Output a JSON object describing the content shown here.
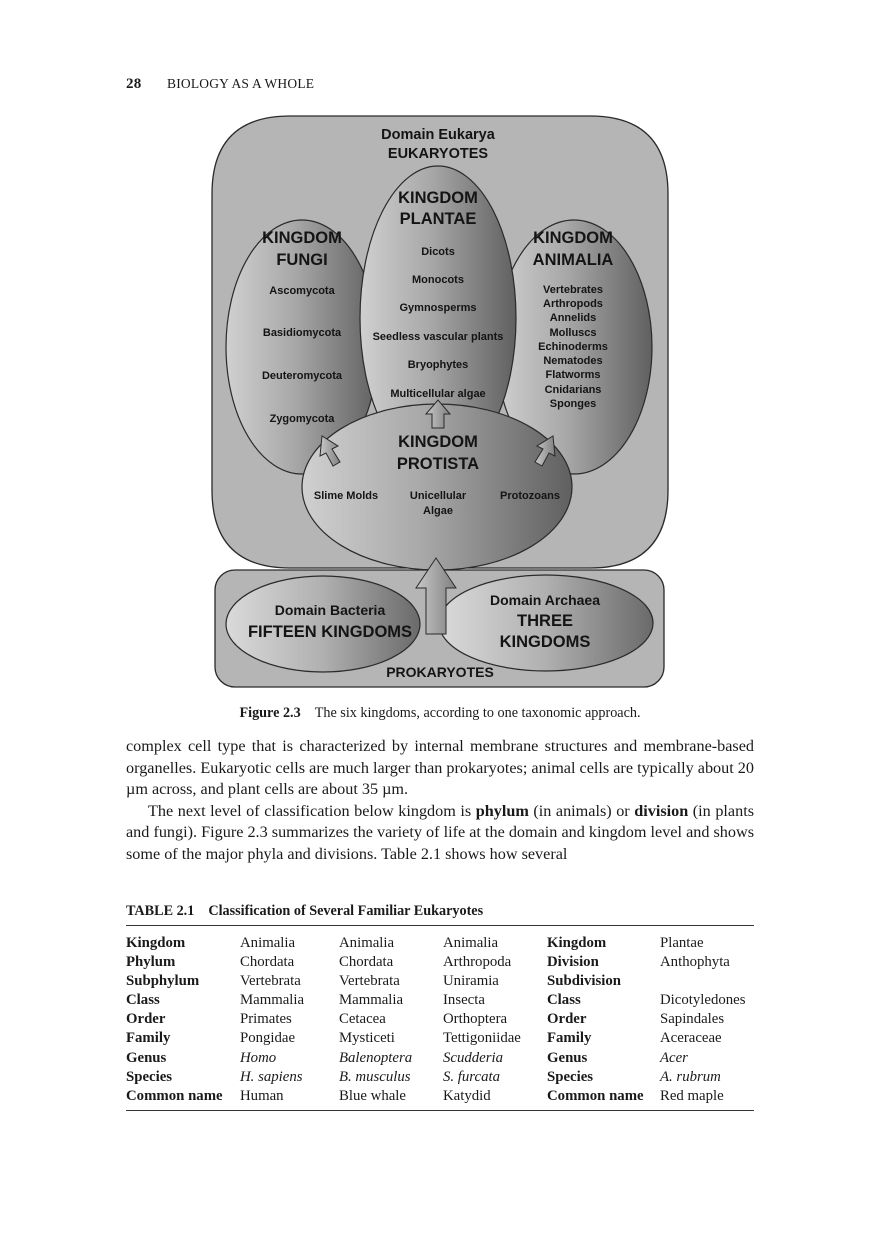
{
  "running_head": {
    "page_number": "28",
    "title": "BIOLOGY AS A WHOLE"
  },
  "figure": {
    "label": "Figure 2.3",
    "caption": "The six kingdoms, according to one taxonomic approach.",
    "eukarya": {
      "line1": "Domain Eukarya",
      "line2": "EUKARYOTES"
    },
    "fungi": {
      "title1": "KINGDOM",
      "title2": "FUNGI",
      "items": [
        "Ascomycota",
        "Basidiomycota",
        "Deuteromycota",
        "Zygomycota"
      ]
    },
    "plantae": {
      "title1": "KINGDOM",
      "title2": "PLANTAE",
      "items": [
        "Dicots",
        "Monocots",
        "Gymnosperms",
        "Seedless vascular plants",
        "Bryophytes",
        "Multicellular algae"
      ]
    },
    "animalia": {
      "title1": "KINGDOM",
      "title2": "ANIMALIA",
      "items": [
        "Vertebrates",
        "Arthropods",
        "Annelids",
        "Molluscs",
        "Echinoderms",
        "Nematodes",
        "Flatworms",
        "Cnidarians",
        "Sponges"
      ]
    },
    "protista": {
      "title1": "KINGDOM",
      "title2": "PROTISTA",
      "items": [
        "Slime Molds",
        "Unicellular",
        "Algae",
        "Protozoans"
      ]
    },
    "bacteria": {
      "line1": "Domain Bacteria",
      "line2": "FIFTEEN KINGDOMS"
    },
    "archaea": {
      "line1": "Domain Archaea",
      "line2": "THREE",
      "line3": "KINGDOMS"
    },
    "prokaryotes": "PROKARYOTES",
    "colors": {
      "domain_fill": "#b4b4b4",
      "outline": "#2a2a2a",
      "ellipse_light": "#d2d2d2",
      "ellipse_dark": "#6a6a6a"
    }
  },
  "body": {
    "para1": "complex cell type that is characterized by internal membrane structures and membrane-based organelles. Eukaryotic cells are much larger than prokaryotes; animal cells are typically about 20 µm across, and plant cells are about 35 µm.",
    "para2_a": "The next level of classification below kingdom is ",
    "para2_b": "phylum",
    "para2_c": " (in animals) or ",
    "para2_d": "division",
    "para2_e": " (in plants and fungi). Figure 2.3 summarizes the variety of life at the domain and kingdom level and shows some of the major phyla and divisions. Table 2.1 shows how several"
  },
  "table": {
    "label": "TABLE 2.1",
    "title": "Classification of Several Familiar Eukaryotes",
    "rows": [
      [
        "Kingdom",
        "Animalia",
        "Animalia",
        "Animalia",
        "Kingdom",
        "Plantae"
      ],
      [
        "Phylum",
        "Chordata",
        "Chordata",
        "Arthropoda",
        "Division",
        "Anthophyta"
      ],
      [
        "Subphylum",
        "Vertebrata",
        "Vertebrata",
        "Uniramia",
        "Subdivision",
        ""
      ],
      [
        "Class",
        "Mammalia",
        "Mammalia",
        "Insecta",
        "Class",
        "Dicotyledones"
      ],
      [
        "Order",
        "Primates",
        "Cetacea",
        "Orthoptera",
        "Order",
        "Sapindales"
      ],
      [
        "Family",
        "Pongidae",
        "Mysticeti",
        "Tettigoniidae",
        "Family",
        "Aceraceae"
      ],
      [
        "Genus",
        "Homo",
        "Balenoptera",
        "Scudderia",
        "Genus",
        "Acer"
      ],
      [
        "Species",
        "H. sapiens",
        "B. musculus",
        "S. furcata",
        "Species",
        "A. rubrum"
      ],
      [
        "Common name",
        "Human",
        "Blue whale",
        "Katydid",
        "Common name",
        "Red maple"
      ]
    ]
  }
}
